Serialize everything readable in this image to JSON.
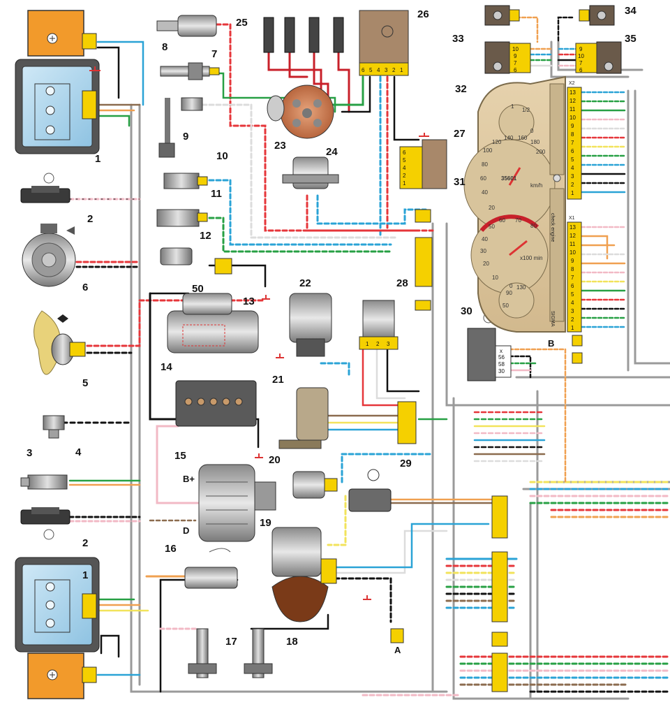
{
  "callouts": {
    "c1a": "1",
    "c1b": "1",
    "c2a": "2",
    "c2b": "2",
    "c3": "3",
    "c4": "4",
    "c5": "5",
    "c6": "6",
    "c7": "7",
    "c8": "8",
    "c9": "9",
    "c10": "10",
    "c11": "11",
    "c12": "12",
    "c13": "13",
    "c14": "14",
    "c15": "15",
    "c16": "16",
    "c17": "17",
    "c18": "18",
    "c19": "19",
    "c20": "20",
    "c21": "21",
    "c22": "22",
    "c23": "23",
    "c24": "24",
    "c25": "25",
    "c26": "26",
    "c27": "27",
    "c28": "28",
    "c29": "29",
    "c30": "30",
    "c31": "31",
    "c32": "32",
    "c33": "33",
    "c34": "34",
    "c35": "35",
    "c50": "50"
  },
  "terminals": {
    "alt_bplus": "B+",
    "alt_d": "D",
    "conn_a": "A",
    "conn_b": "B",
    "x1": "X1",
    "x2": "X2",
    "relay_x": "x",
    "relay_56": "56",
    "relay_58": "58",
    "relay_30": "30"
  },
  "pins": {
    "x2": [
      "13",
      "12",
      "11",
      "10",
      "9",
      "8",
      "7",
      "6",
      "5",
      "4",
      "3",
      "2",
      "1"
    ],
    "x1": [
      "13",
      "12",
      "11",
      "10",
      "9",
      "8",
      "7",
      "6",
      "5",
      "4",
      "3",
      "2",
      "1"
    ],
    "relay28": [
      "1",
      "2",
      "3"
    ],
    "conn27": [
      "6",
      "5",
      "4",
      "2",
      "1"
    ],
    "conn26": [
      "6",
      "5",
      "4",
      "3",
      "2",
      "1"
    ],
    "sw32": [
      "10",
      "9",
      "7",
      "6"
    ],
    "sw35": [
      "9",
      "10",
      "7",
      "6"
    ]
  },
  "gauges": {
    "speedo": [
      "20",
      "40",
      "60",
      "80",
      "100",
      "120",
      "140",
      "160",
      "180",
      "200"
    ],
    "speed_unit": "km/h",
    "odometer": "35601",
    "tacho": [
      "0",
      "10",
      "20",
      "30",
      "40",
      "50",
      "60",
      "70",
      "80"
    ],
    "tacho_unit": "x100 min",
    "temp": [
      "50",
      "90",
      "130"
    ],
    "fuel": [
      "0",
      "1/2",
      "1"
    ],
    "check_engine": "check engine",
    "brand": "SIGMA"
  }
}
